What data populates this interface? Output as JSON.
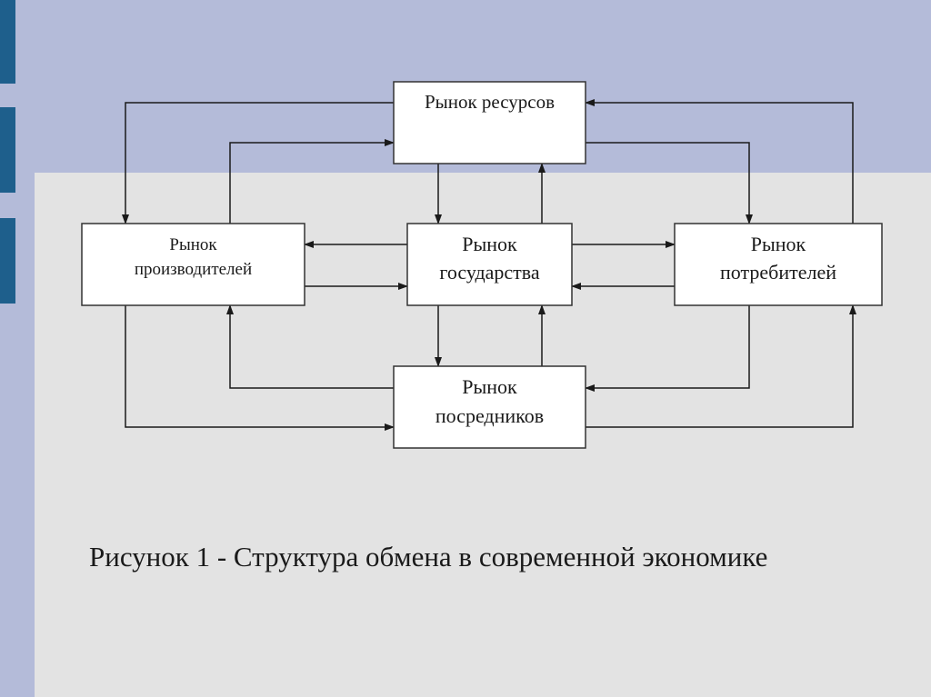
{
  "slide": {
    "background_color": "#b4bbd9",
    "panel_color": "#e3e3e3",
    "accent_color": "#1e5f8c"
  },
  "diagram": {
    "nodes": {
      "resources": {
        "lines": [
          "Рынок ресурсов"
        ]
      },
      "producers": {
        "lines": [
          "Рынок",
          "производителей"
        ]
      },
      "state": {
        "lines": [
          "Рынок",
          "государства"
        ]
      },
      "consumers": {
        "lines": [
          "Рынок",
          "потребителей"
        ]
      },
      "intermediaries": {
        "lines": [
          "Рынок",
          "посредников"
        ]
      }
    }
  },
  "caption": {
    "text": "Рисунок 1 - Структура обмена в современной экономике"
  }
}
